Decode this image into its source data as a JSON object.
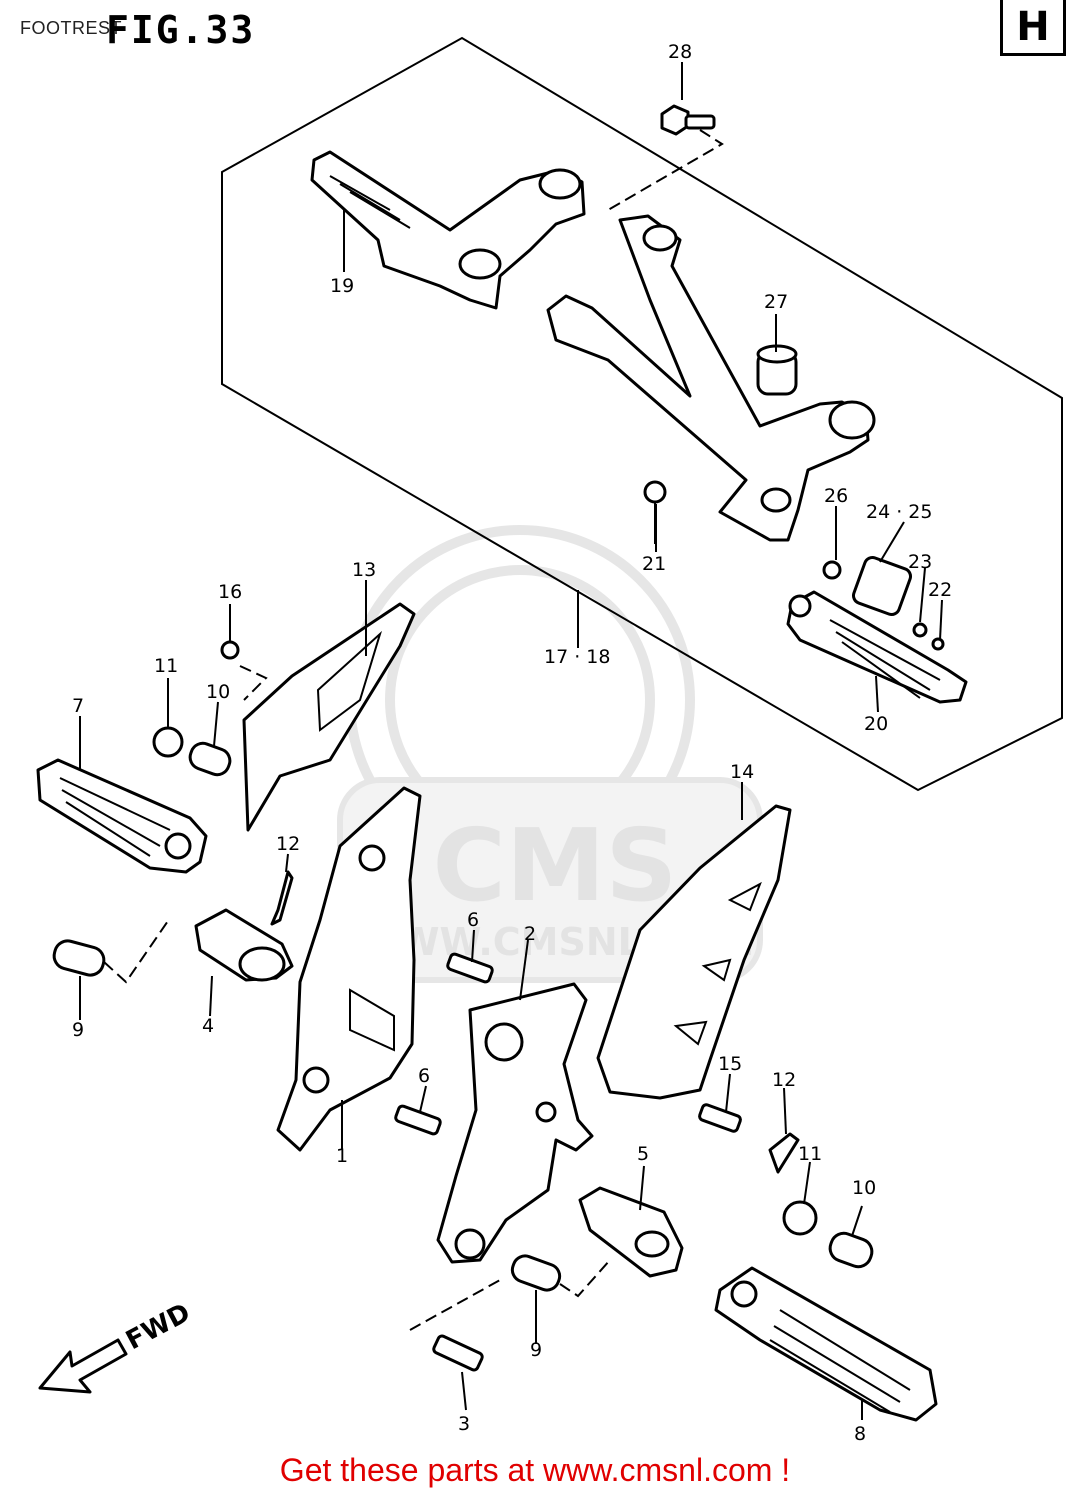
{
  "header": {
    "page_title": "FOOTREST",
    "fig_label": "FIG.33",
    "section_letter": "H"
  },
  "watermark": {
    "brand": "CMS",
    "url": "WWW.CMSNL.COM"
  },
  "callouts": {
    "c1": "1",
    "c2": "2",
    "c3": "3",
    "c4": "4",
    "c5": "5",
    "c6a": "6",
    "c6b": "6",
    "c7": "7",
    "c8": "8",
    "c9a": "9",
    "c9b": "9",
    "c10a": "10",
    "c10b": "10",
    "c11a": "11",
    "c11b": "11",
    "c12a": "12",
    "c12b": "12",
    "c13": "13",
    "c14": "14",
    "c15": "15",
    "c16": "16",
    "c17_18": "17 · 18",
    "c19": "19",
    "c20": "20",
    "c21": "21",
    "c22": "22",
    "c23": "23",
    "c24_25": "24 · 25",
    "c26": "26",
    "c27": "27",
    "c28": "28"
  },
  "direction_label": "FWD",
  "footer": {
    "text": "Get these parts at www.cmsnl.com !"
  },
  "colors": {
    "footer_text": "#e00000",
    "line": "#000000",
    "watermark": "#e3e3e3"
  }
}
